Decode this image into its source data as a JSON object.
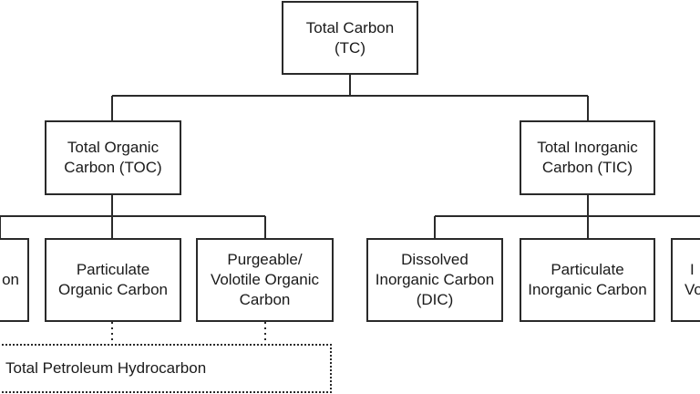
{
  "nodes": {
    "total_carbon": {
      "line1": "Total Carbon",
      "line2": "(TC)"
    },
    "toc": {
      "line1": "Total Organic",
      "line2": "Carbon (TOC)"
    },
    "tic": {
      "line1": "Total Inorganic",
      "line2": "Carbon (TIC)"
    },
    "doc_partial": {
      "line1": "on"
    },
    "poc": {
      "line1": "Particulate",
      "line2": "Organic Carbon"
    },
    "voc": {
      "line1": "Purgeable/",
      "line2": "Volotile Organic",
      "line3": "Carbon"
    },
    "dic": {
      "line1": "Dissolved",
      "line2": "Inorganic Carbon",
      "line3": "(DIC)"
    },
    "pic": {
      "line1": "Particulate",
      "line2": "Inorganic Carbon"
    },
    "vic_partial": {
      "line1": "I",
      "line2": "Vo"
    },
    "tph": {
      "line1": "Total Petroleum Hydrocarbon"
    }
  },
  "colors": {
    "line": "#2a2a2a",
    "background": "#ffffff"
  }
}
